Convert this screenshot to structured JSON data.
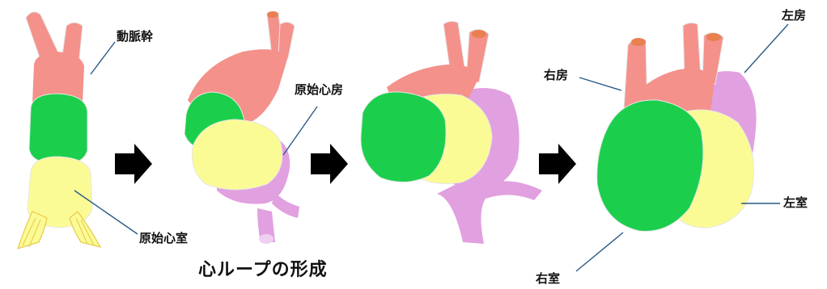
{
  "labels": {
    "trunk": "動脈幹",
    "primitive_ventricle": "原始心室",
    "primitive_atrium": "原始心房",
    "right_atrium": "右房",
    "left_atrium": "左房",
    "left_ventricle": "左室",
    "right_ventricle": "右室"
  },
  "caption": "心ループの形成",
  "colors": {
    "trunk": "#f4918b",
    "ventricle": "#1bcf4c",
    "bulb": "#fbfb96",
    "atrium": "#e1a0e0",
    "vessel_end": "#e88050",
    "arrow": "#000000",
    "leader": "#2a5a85"
  },
  "stages": 4
}
